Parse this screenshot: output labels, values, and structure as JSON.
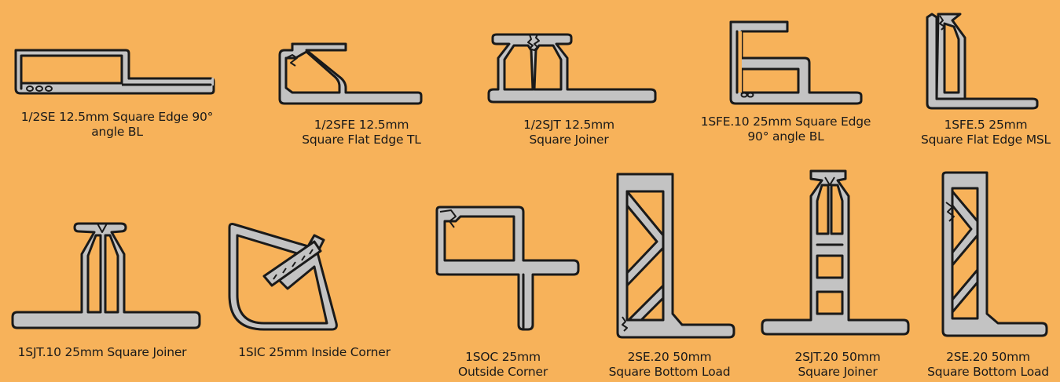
{
  "background_color": "#F7B25A",
  "profile_fill_color": "#C3C3C3",
  "outline_color": "#1A1A1A",
  "profiles": [
    {
      "id": "half-se",
      "caption": [
        "1/2SE 12.5mm Square Edge 90°",
        "angle BL"
      ]
    },
    {
      "id": "half-sfe",
      "caption": [
        "1/2SFE 12.5mm",
        "Square Flat Edge TL"
      ]
    },
    {
      "id": "half-sjt",
      "caption": [
        "1/2SJT 12.5mm",
        "Square Joiner"
      ]
    },
    {
      "id": "sfe10",
      "caption": [
        "1SFE.10 25mm Square Edge",
        "90° angle BL"
      ]
    },
    {
      "id": "sfe5",
      "caption": [
        "1SFE.5 25mm",
        "Square Flat Edge MSL"
      ]
    },
    {
      "id": "sjt10",
      "caption": [
        "1SJT.10 25mm Square Joiner"
      ]
    },
    {
      "id": "sic",
      "caption": [
        "1SIC 25mm Inside Corner"
      ]
    },
    {
      "id": "soc",
      "caption": [
        "1SOC 25mm",
        "Outside Corner"
      ]
    },
    {
      "id": "se20-a",
      "caption": [
        "2SE.20 50mm",
        "Square Bottom Load"
      ]
    },
    {
      "id": "sjt20",
      "caption": [
        "2SJT.20 50mm",
        "Square Joiner"
      ]
    },
    {
      "id": "se20-b",
      "caption": [
        "2SE.20 50mm",
        "Square Bottom Load"
      ]
    }
  ]
}
